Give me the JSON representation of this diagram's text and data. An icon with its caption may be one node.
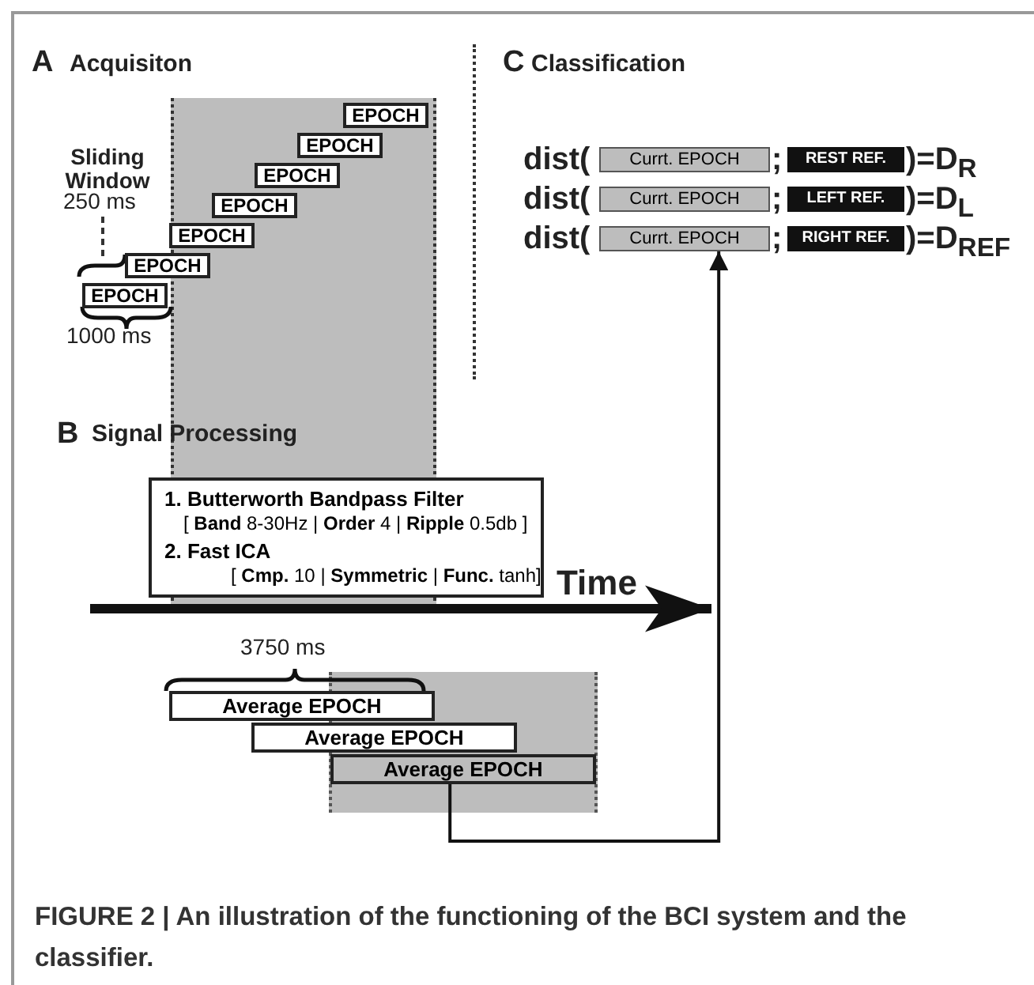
{
  "diagram": {
    "caption": "FIGURE 2 | An illustration of the functioning of the BCI system and the classifier.",
    "nodes": [
      {
        "text": [
          "EPOCH"
        ]
      },
      {
        "text": [
          "EPOCH"
        ]
      },
      {
        "text": [
          "EPOCH"
        ]
      },
      {
        "text": [
          "EPOCH"
        ]
      },
      {
        "text": [
          "EPOCH"
        ]
      },
      {
        "text": [
          "EPOCH"
        ]
      },
      {
        "text": [
          "EPOCH"
        ]
      },
      {
        "text": [
          "Currt. EPOCH"
        ]
      },
      {
        "text": [
          "REST REF."
        ]
      },
      {
        "text": [
          "Currt. EPOCH"
        ]
      },
      {
        "text": [
          "LEFT REF."
        ]
      },
      {
        "text": [
          "Currt. EPOCH"
        ]
      },
      {
        "text": [
          "RIGHT REF."
        ]
      },
      {
        "text": [
          "1. Butterworth Bandpass Filter",
          "[ **Band** 8-30Hz | **Order** 4 | **Ripple** 0.5db ]",
          "2. Fast ICA",
          "[ **Cmp.** 10 | **Symmetric** | **Func.** tanh]"
        ]
      },
      {
        "text": [
          "Average EPOCH"
        ]
      },
      {
        "text": [
          "Average EPOCH"
        ]
      },
      {
        "text": [
          "Average EPOCH"
        ]
      }
    ],
    "edges": [
      {
        "from": 16,
        "to": 11,
        "arrow": "to"
      }
    ],
    "labels": [
      "A",
      "Acquisiton",
      "Sliding Window",
      "250 ms",
      "1000 ms",
      "C",
      "Classification",
      "dist(",
      ";",
      ")=D$_{R}$",
      "dist(",
      ";",
      ")=D$_{L}$",
      "dist(",
      ";",
      ")=D$_{REF}$",
      "B",
      "Signal Processing",
      "Time",
      "3750 ms"
    ]
  }
}
